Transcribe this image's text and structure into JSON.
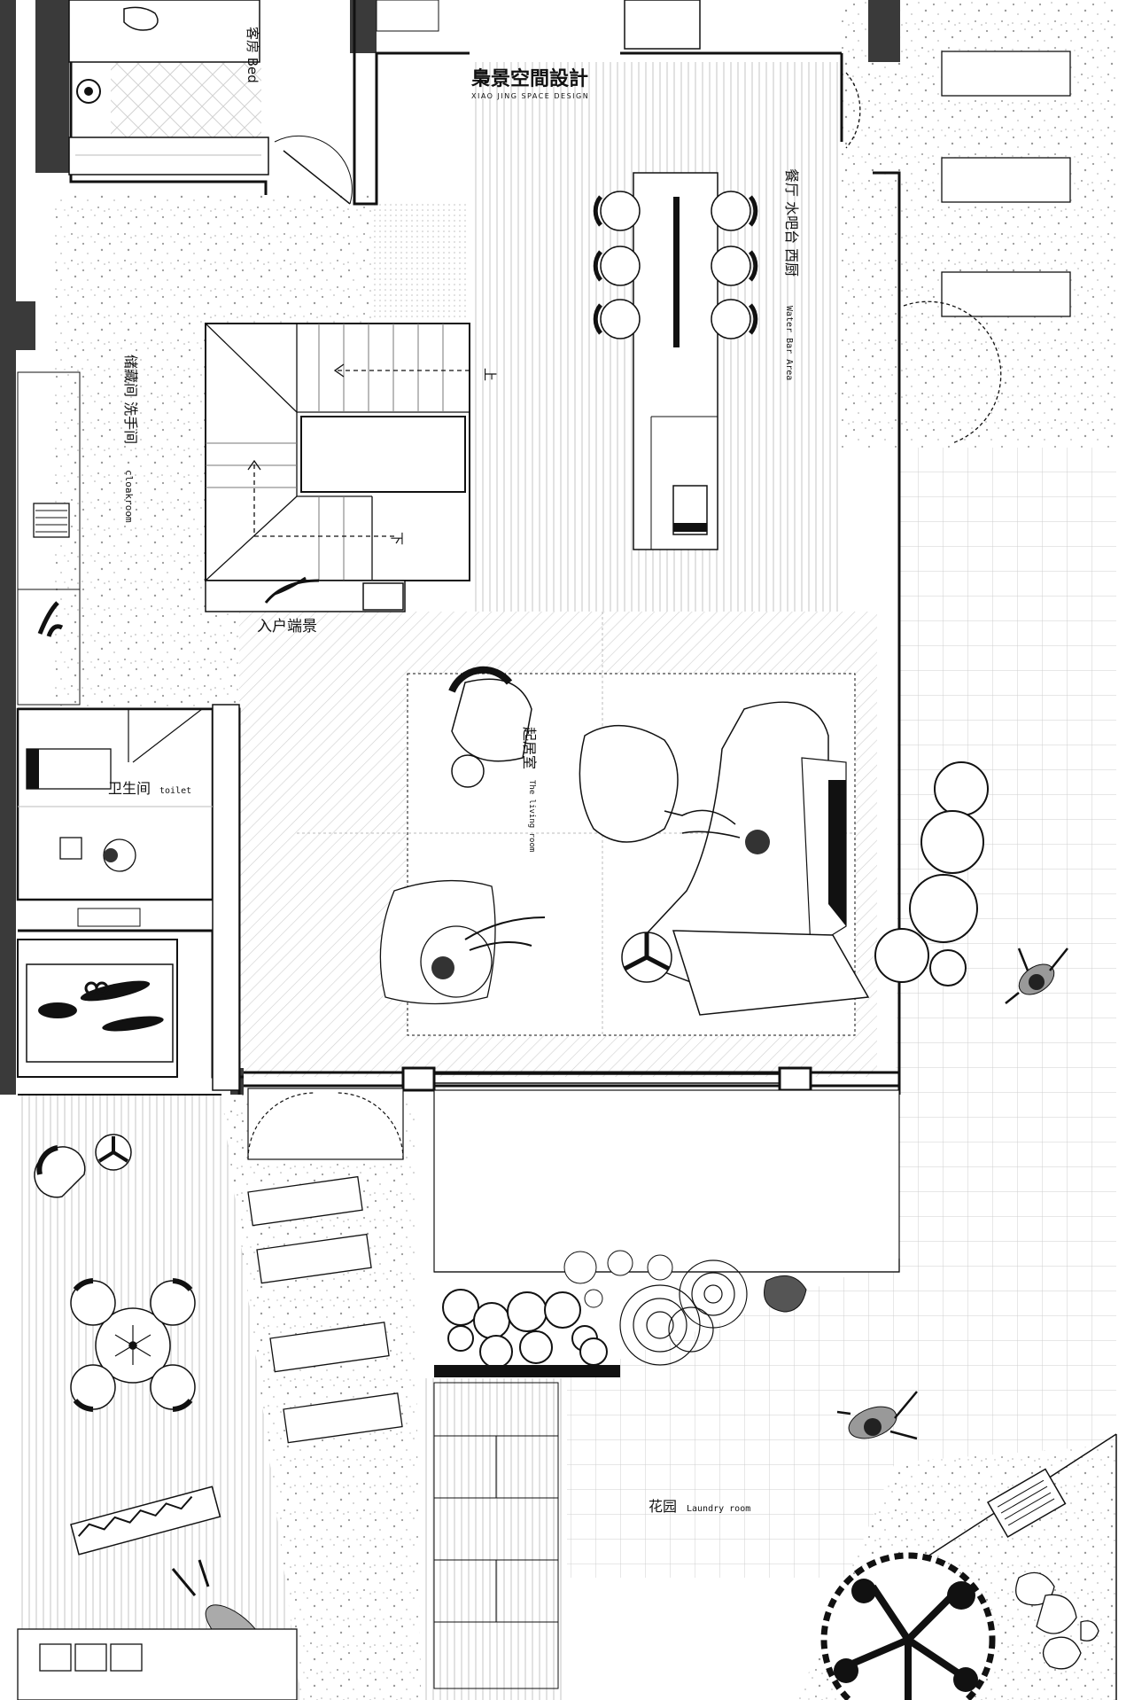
{
  "brand": {
    "title": "梟景空間設計",
    "subtitle": "XIAO JING SPACE DESIGN"
  },
  "rooms": {
    "bedroom_top": "客房 Bed",
    "dining": {
      "cn": "餐厅 水吧台 西厨",
      "en": "Water Bar Area"
    },
    "cloakroom": {
      "cn": "储藏间 洗手间",
      "en": "cloakroom"
    },
    "entrance": "入户端景",
    "living": {
      "cn": "起居室",
      "en": "The living room"
    },
    "toilet": {
      "cn": "卫生间",
      "en": "toilet"
    },
    "garden": {
      "cn": "花园",
      "en": "Laundry room"
    }
  },
  "stairs": {
    "up": "上",
    "down": "下"
  },
  "colors": {
    "ink": "#111111",
    "wall": "#3a3a3a",
    "hatch": "#c8c8c8",
    "paper": "#ffffff"
  }
}
